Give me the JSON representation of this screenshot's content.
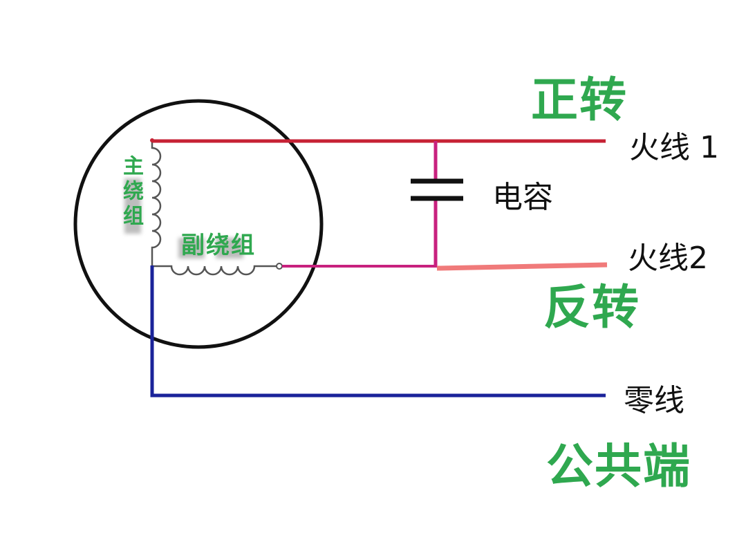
{
  "labels": {
    "forward": "正转",
    "reverse": "反转",
    "common": "公共端",
    "live1": "火线 1",
    "live2": "火线2",
    "neutral": "零线",
    "capacitor": "电容",
    "aux_winding": "副绕组",
    "main_winding": "主绕组"
  },
  "colors": {
    "live1_wire": "#c62234",
    "live2_wire": "#f07a7a",
    "aux_wire": "#c8217e",
    "neutral_wire": "#1a239a",
    "label_green": "#2fa84f",
    "outline": "#111111"
  }
}
